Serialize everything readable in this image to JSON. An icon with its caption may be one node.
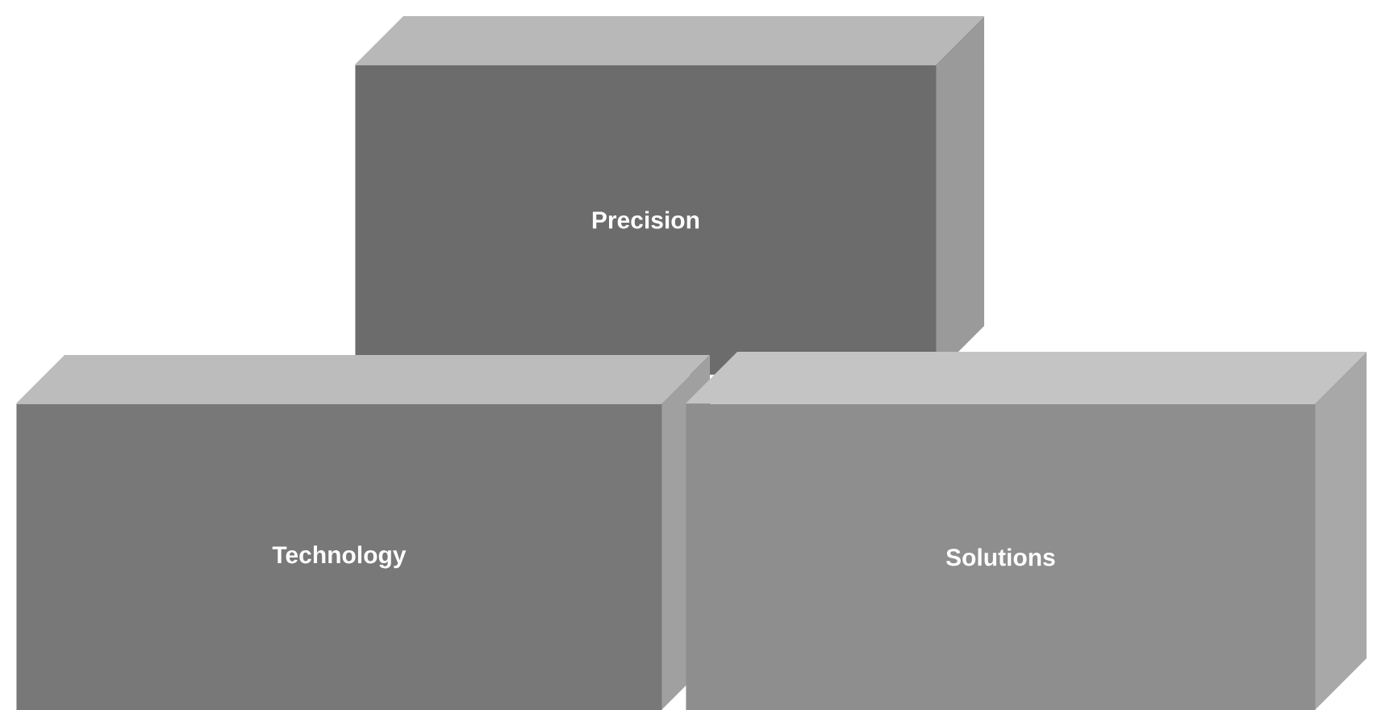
{
  "diagram": {
    "nodes": [
      {
        "text": [
          "Precision"
        ]
      },
      {
        "text": [
          "Technology"
        ]
      },
      {
        "text": [
          "Solutions"
        ]
      }
    ]
  }
}
